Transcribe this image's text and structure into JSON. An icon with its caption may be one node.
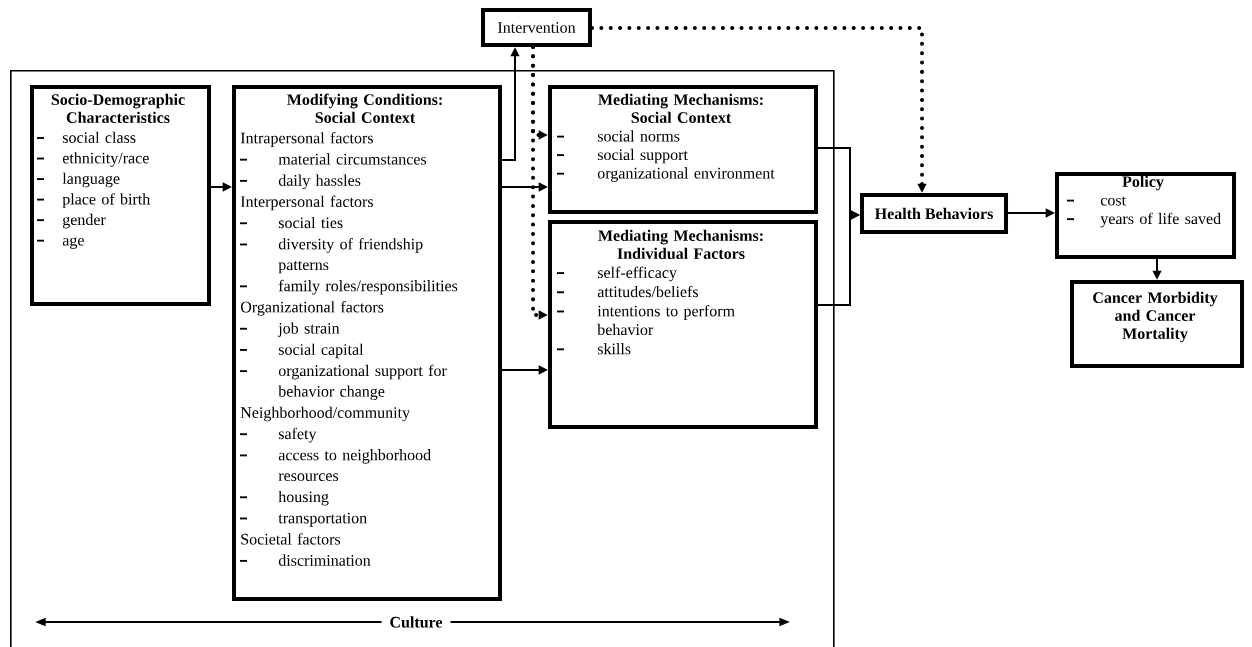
{
  "diagram": {
    "nodes": [
      {
        "text": [
          "Culture"
        ]
      },
      {
        "text": [
          "Intervention"
        ]
      },
      {
        "text": [
          "Socio-Demographic Characteristics",
          "social class",
          "ethnicity/race",
          "language",
          "place of birth",
          "gender",
          "age"
        ],
        "in": 0
      },
      {
        "text": [
          "Modifying Conditions: Social Context",
          "Intrapersonal factors",
          "material circumstances",
          "daily hassles",
          "Interpersonal factors",
          "social ties",
          "diversity of friendship patterns",
          "family roles/responsibilities",
          "Organizational factors",
          "job strain",
          "social capital",
          "organizational support for behavior change",
          "Neighborhood/community",
          "safety",
          "access to neighborhood resources",
          "housing",
          "transportation",
          "Societal factors",
          "discrimination"
        ],
        "in": 0
      },
      {
        "text": [
          "Mediating Mechanisms: Social Context",
          "social norms",
          "social support",
          "organizational environment"
        ],
        "in": 0
      },
      {
        "text": [
          "Mediating Mechanisms: Individual Factors",
          "self-efficacy",
          "attitudes/beliefs",
          "intentions to perform behavior",
          "skills"
        ],
        "in": 0
      },
      {
        "text": [
          "Health Behaviors"
        ]
      },
      {
        "text": [
          "Policy",
          "cost",
          "years of life saved"
        ]
      },
      {
        "text": [
          "Cancer Morbidity and Cancer Mortality"
        ]
      }
    ],
    "edges": [
      {
        "from": 2,
        "to": 3,
        "arrow": "to"
      },
      {
        "from": 3,
        "to": 1,
        "arrow": "to"
      },
      {
        "from": 3,
        "to": 4,
        "arrow": "to"
      },
      {
        "from": 3,
        "to": 5,
        "arrow": "to"
      },
      {
        "from": 1,
        "to": 4,
        "arrow": "to",
        "style": "dashed"
      },
      {
        "from": 1,
        "to": 5,
        "arrow": "to",
        "style": "dashed"
      },
      {
        "from": 1,
        "to": 6,
        "arrow": "to",
        "style": "dashed"
      },
      {
        "from": 4,
        "to": 6,
        "arrow": "to"
      },
      {
        "from": 5,
        "to": 6,
        "arrow": "to"
      },
      {
        "from": 6,
        "to": 7,
        "arrow": "to"
      },
      {
        "from": 7,
        "to": 8,
        "arrow": "to"
      }
    ]
  }
}
